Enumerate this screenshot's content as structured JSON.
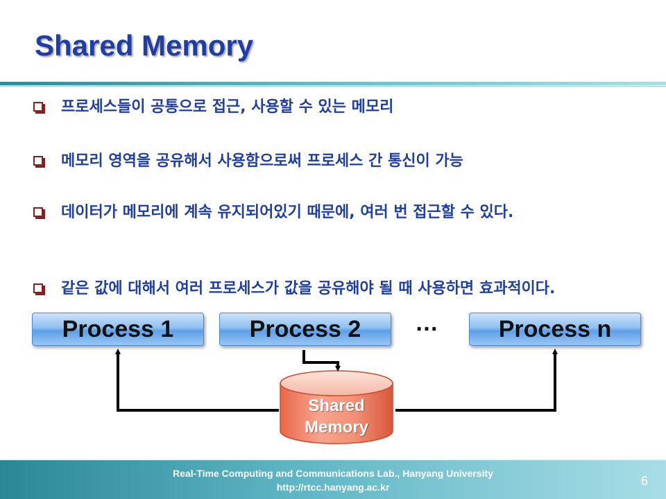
{
  "slide": {
    "title": "Shared Memory",
    "bullets": [
      "프로세스들이 공통으로 접근, 사용할 수 있는 메모리",
      "메모리 영역을 공유해서 사용함으로써 프로세스 간 통신이 가능",
      "데이터가 메모리에 계속 유지되어있기 때문에, 여러 번 접근할 수 있다.",
      "같은 값에 대해서 여러 프로세스가 값을 공유해야 될 때 사용하면 효과적이다."
    ]
  },
  "diagram": {
    "processes": [
      "Process 1",
      "Process 2",
      "Process n"
    ],
    "ellipsis": "…",
    "memory_line1": "Shared",
    "memory_line2": "Memory"
  },
  "footer": {
    "lab": "Real-Time Computing and Communications Lab., Hanyang University",
    "url": "http://rtcc.hanyang.ac.kr",
    "page": "6"
  },
  "colors": {
    "title": "#1f3ea3",
    "bullet_text": "#1f3ea3",
    "bullet_mark": "#8a1f1f",
    "process_box": "#5e9fe6",
    "memory_cylinder": "#f08a6e",
    "footer_bar": "#2b8796"
  }
}
